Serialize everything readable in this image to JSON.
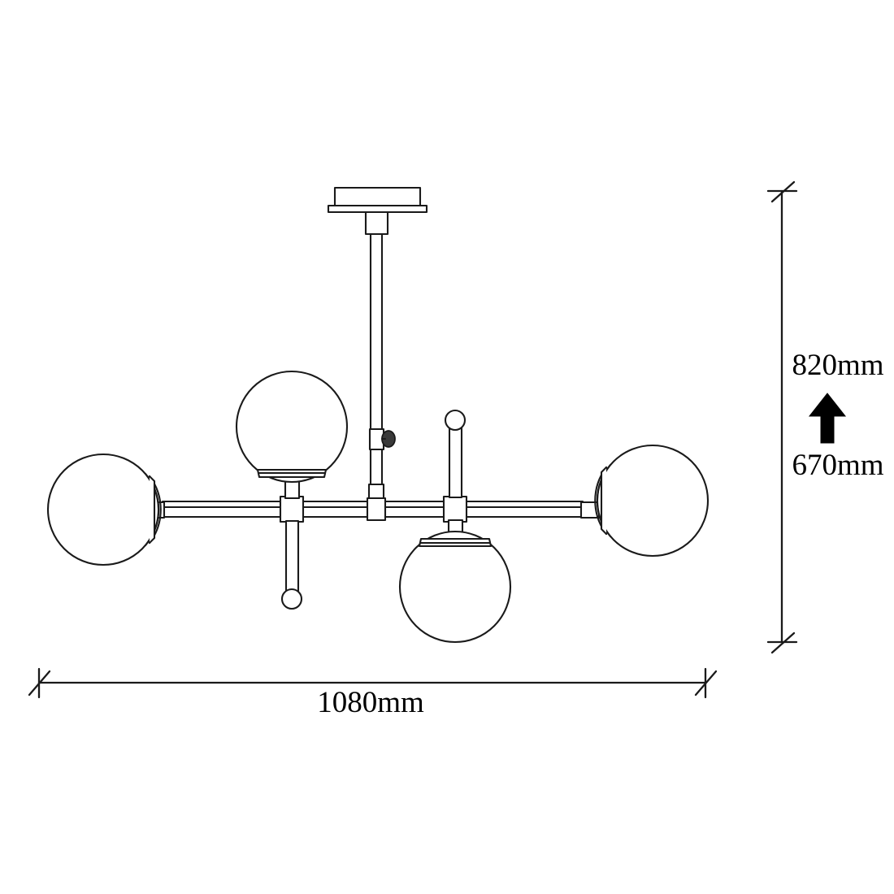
{
  "drawing": {
    "title": "Pendant light fixture technical dimension drawing",
    "background_color": "#ffffff",
    "line_color": "#1a1a1a",
    "fill_color": "#ffffff",
    "product_type": "4-globe pendant chandelier"
  },
  "dimensions": {
    "width": {
      "value": "1080mm",
      "orientation": "horizontal",
      "position": "bottom"
    },
    "height_max": {
      "value": "820mm",
      "orientation": "vertical",
      "position": "right-upper"
    },
    "height_min": {
      "value": "670mm",
      "orientation": "vertical",
      "position": "right-lower"
    },
    "arrow": {
      "direction": "up",
      "color": "#000000"
    }
  },
  "fixture_parts": {
    "canopy": "ceiling-mount-plate",
    "drop_rod": "vertical-suspension-rod",
    "adjuster": "thumbscrew-knob",
    "cross_bar": "horizontal-arm",
    "globes": [
      {
        "name": "globe-left",
        "orientation": "side-mounted-left"
      },
      {
        "name": "globe-upper-left",
        "orientation": "top-mounted"
      },
      {
        "name": "globe-bottom-center",
        "orientation": "bottom-mounted"
      },
      {
        "name": "globe-right",
        "orientation": "side-mounted-right"
      }
    ],
    "finials": [
      {
        "name": "finial-down",
        "orientation": "downward-ball"
      },
      {
        "name": "finial-up",
        "orientation": "upward-ball"
      }
    ]
  }
}
